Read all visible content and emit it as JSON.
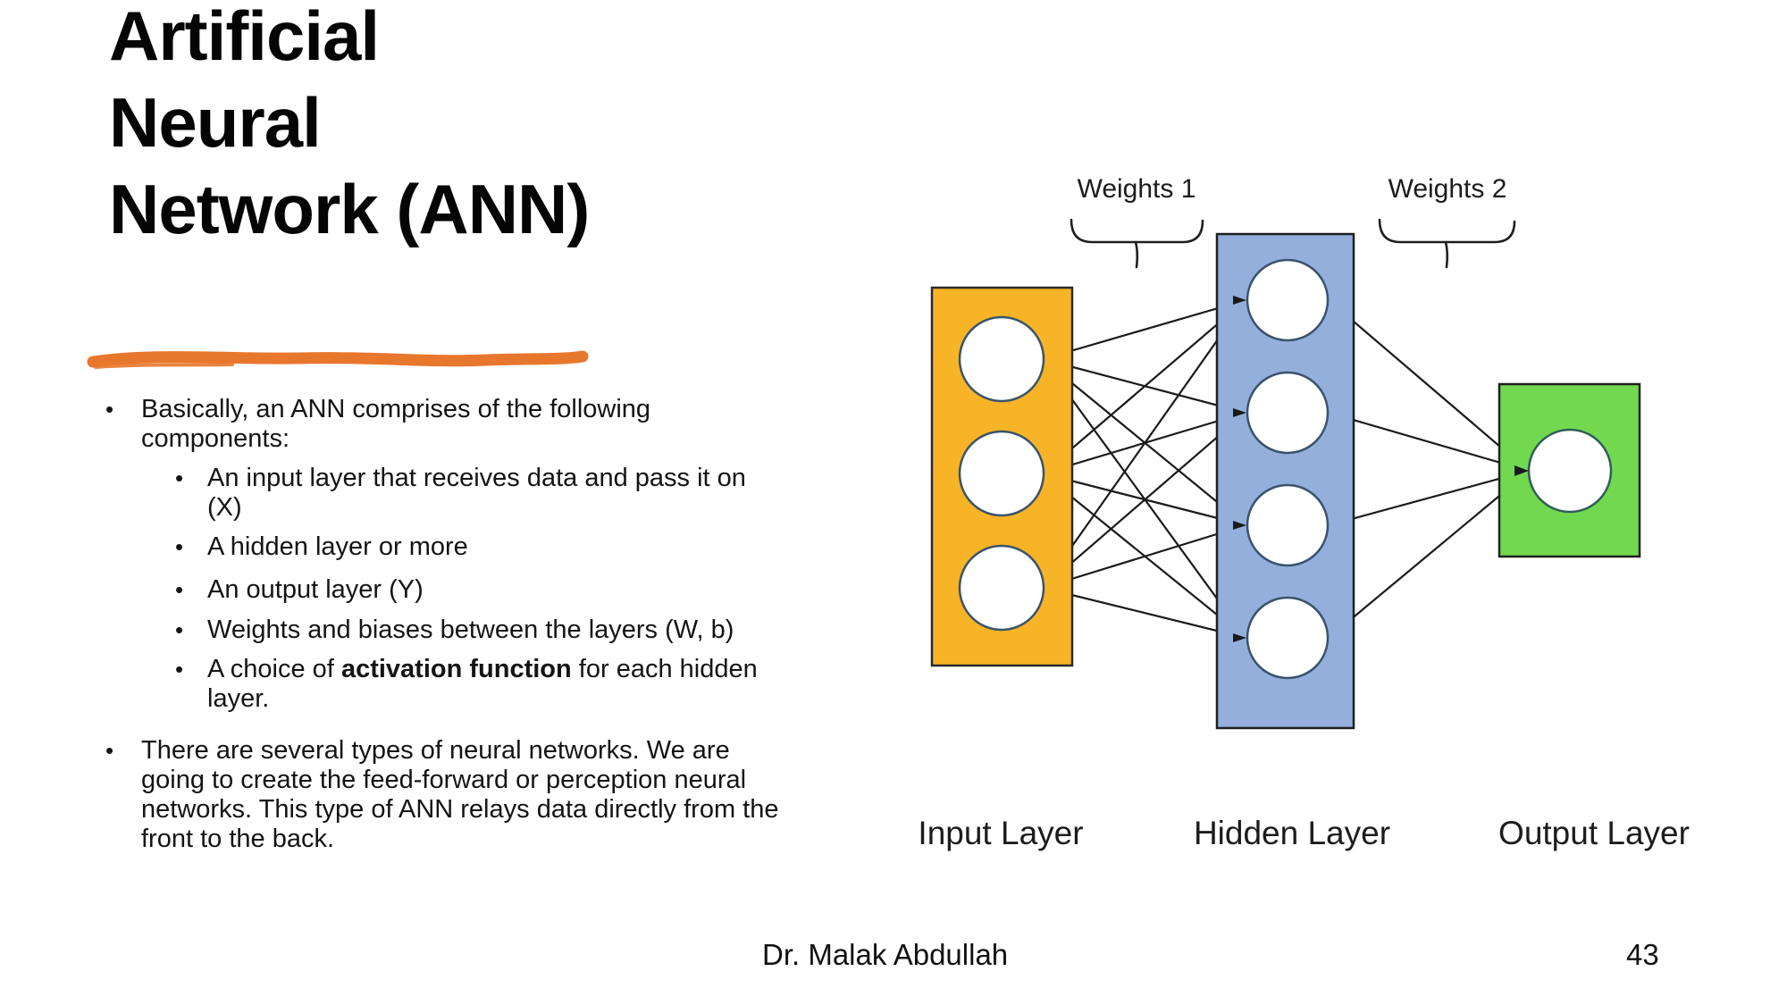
{
  "slide": {
    "title_lines": [
      "Artificial",
      "Neural",
      "Network (ANN)"
    ],
    "bullet_char": "•",
    "footer": {
      "author": "Dr. Malak Abdullah",
      "page_number": "43"
    }
  },
  "bullets": {
    "b1": {
      "lines": [
        "Basically, an ANN comprises of the following",
        "components:"
      ]
    },
    "sub": [
      {
        "lines": [
          "An input layer that receives data and pass it on",
          "(X)"
        ]
      },
      {
        "lines": [
          "A hidden layer or more"
        ]
      },
      {
        "lines": [
          "An output layer (Y)"
        ]
      },
      {
        "lines": [
          "Weights and biases between the layers (W, b)"
        ]
      },
      {
        "prefix": "A choice of ",
        "bold": "activation function",
        "suffix": " for each hidden",
        "line2": "layer."
      }
    ],
    "b2": {
      "lines": [
        "There are several types of neural networks. We are",
        "going to create the feed-forward or perception neural",
        "networks. This type of ANN relays data directly from the",
        "front to the back."
      ]
    }
  },
  "diagram": {
    "weights1_label": "Weights 1",
    "weights2_label": "Weights 2",
    "input_label": "Input Layer",
    "hidden_label": "Hidden Layer",
    "output_label": "Output Layer",
    "structure": {
      "input_nodes": 3,
      "hidden_nodes": 4,
      "output_nodes": 1
    },
    "colors": {
      "input_box": "#F6B426",
      "hidden_box": "#94AFDC",
      "output_box": "#72D84F",
      "node_fill": "#FFFFFF",
      "node_stroke": "#3A536B",
      "arrow": "#1A1A1A",
      "accent_underline": "#E8772E"
    }
  }
}
